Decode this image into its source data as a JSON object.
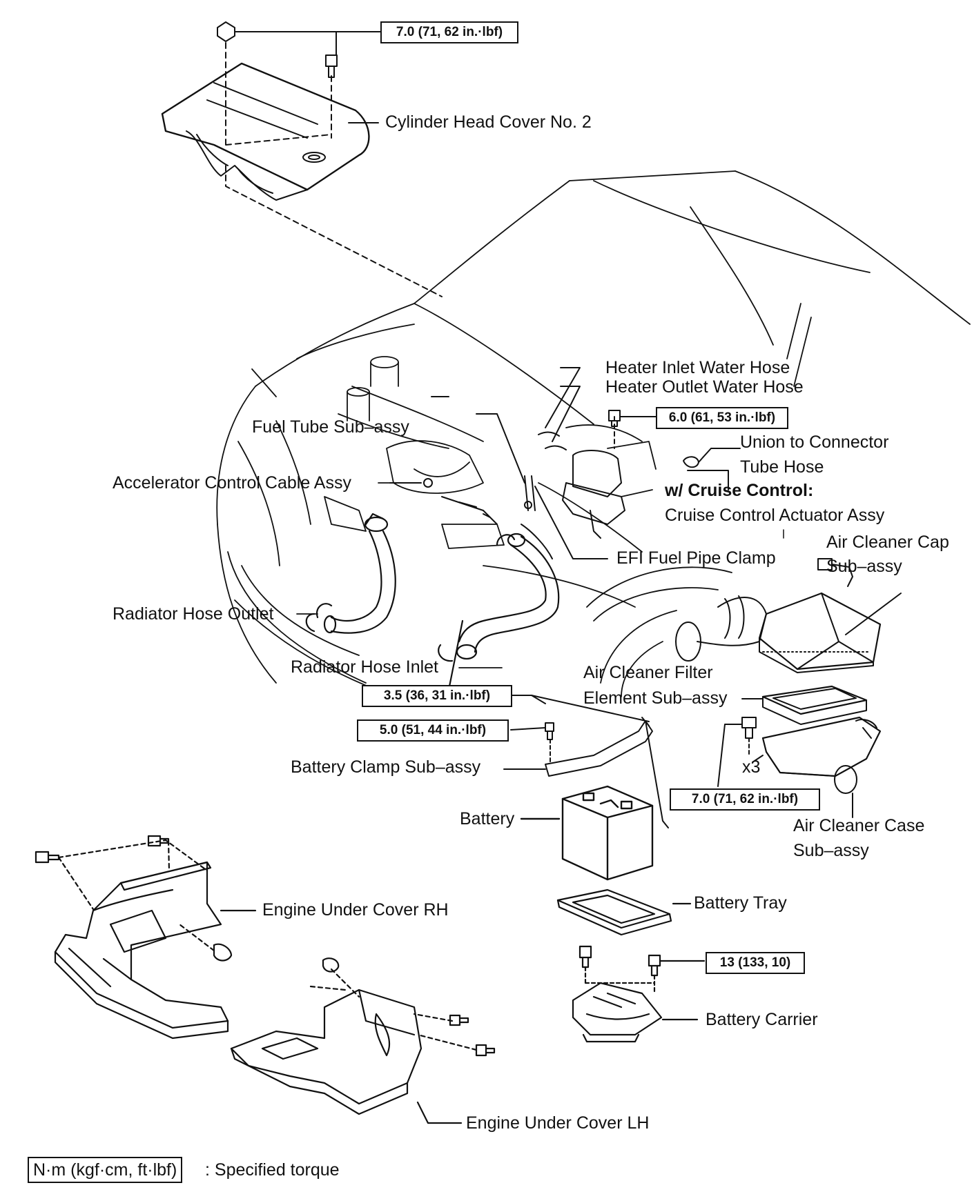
{
  "labels": {
    "cylinder_head_cover": "Cylinder Head Cover No. 2",
    "heater_inlet": "Heater Inlet Water Hose",
    "heater_outlet": "Heater Outlet Water Hose",
    "fuel_tube": "Fuel Tube Sub–assy",
    "union_line1": "Union to Connector",
    "union_line2": "Tube Hose",
    "accel_cable": "Accelerator Control Cable Assy",
    "cruise_heading": "w/ Cruise Control:",
    "cruise_actuator": "Cruise Control Actuator Assy",
    "air_cap_line1": "Air Cleaner Cap",
    "air_cap_line2": "Sub–assy",
    "efi_clamp": "EFI Fuel Pipe Clamp",
    "rad_outlet": "Radiator Hose Outlet",
    "rad_inlet": "Radiator Hose Inlet",
    "filter_line1": "Air Cleaner Filter",
    "filter_line2": "Element Sub–assy",
    "battery_clamp": "Battery Clamp Sub–assy",
    "x3": "x3",
    "battery": "Battery",
    "case_line1": "Air Cleaner Case",
    "case_line2": "Sub–assy",
    "under_rh": "Engine Under Cover RH",
    "battery_tray": "Battery Tray",
    "battery_carrier": "Battery Carrier",
    "under_lh": "Engine Under Cover LH"
  },
  "torques": {
    "head_cover": "7.0 (71, 62 in.·lbf)",
    "actuator": "6.0 (61, 53 in.·lbf)",
    "clamp_upper": "3.5 (36, 31 in.·lbf)",
    "clamp_lower": "5.0 (51, 44 in.·lbf)",
    "air_case": "7.0 (71, 62 in.·lbf)",
    "carrier": "13 (133, 10)"
  },
  "legend": {
    "box": "N·m (kgf·cm, ft·lbf)",
    "text": ": Specified torque"
  },
  "colors": {
    "ink": "#111111",
    "paper": "#ffffff"
  }
}
